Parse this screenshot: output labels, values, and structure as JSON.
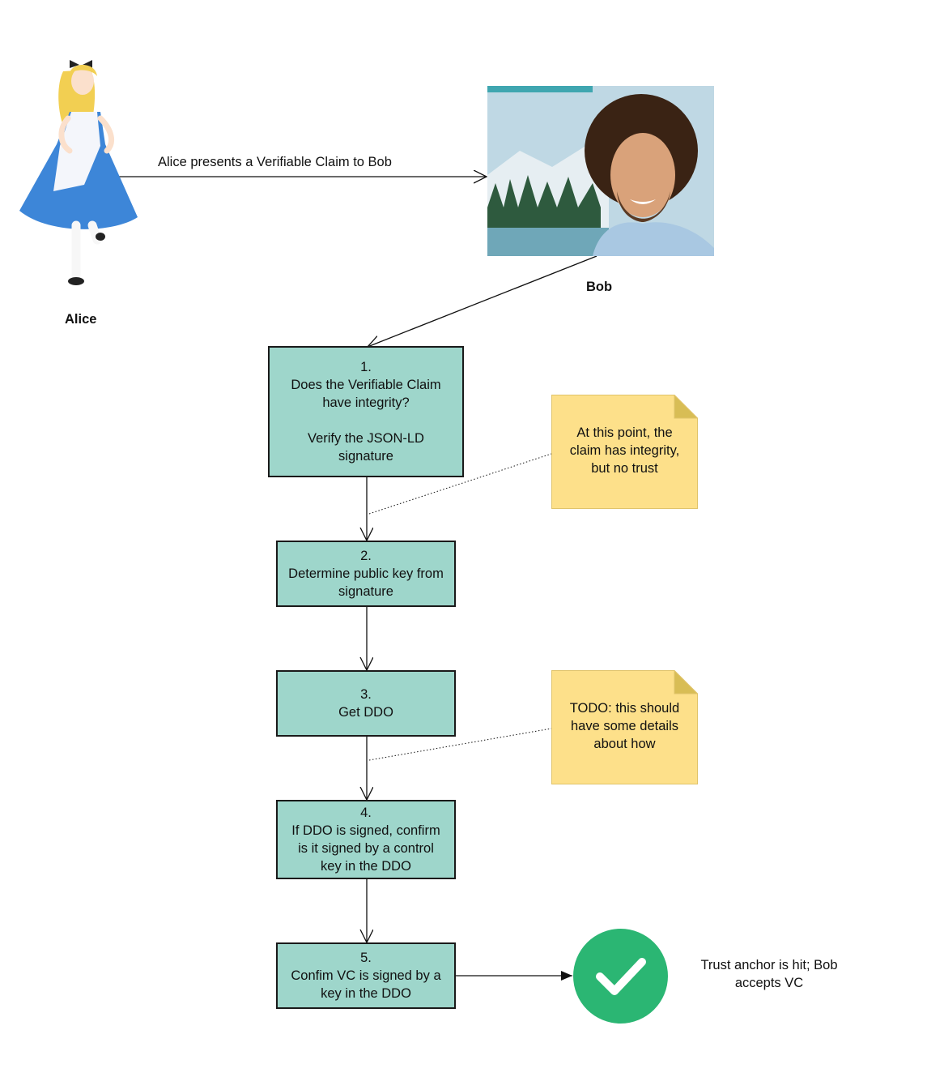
{
  "actors": {
    "alice": {
      "label": "Alice"
    },
    "bob": {
      "label": "Bob"
    }
  },
  "edge_label": "Alice presents a Verifiable Claim to Bob",
  "steps": [
    {
      "number": "1.",
      "text": "Does the Verifiable Claim\nhave integrity?\n\nVerify the JSON-LD\nsignature"
    },
    {
      "number": "2.",
      "text": "Determine public key from\nsignature"
    },
    {
      "number": "3.",
      "text": "Get DDO"
    },
    {
      "number": "4.",
      "text": "If DDO is signed, confirm\nis it signed by a control\nkey in the DDO"
    },
    {
      "number": "5.",
      "text": "Confim VC is signed by a\nkey in the DDO"
    }
  ],
  "notes": [
    {
      "text": "At this point, the\nclaim has integrity,\nbut no trust"
    },
    {
      "text": "TODO: this should\nhave some details\nabout how"
    }
  ],
  "result": {
    "text": "Trust anchor is hit; Bob\naccepts VC",
    "icon": "checkmark-icon"
  },
  "colors": {
    "step_fill": "#9ed6cb",
    "note_fill": "#fde08a",
    "note_border": "#e0c36a",
    "check_fill": "#2bb673"
  }
}
